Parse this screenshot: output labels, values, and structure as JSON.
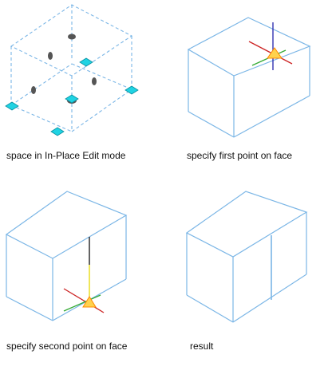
{
  "panels": [
    {
      "id": "edit-mode",
      "caption": "space in In-Place Edit mode"
    },
    {
      "id": "first-point",
      "caption": "specify first point on face"
    },
    {
      "id": "second-point",
      "caption": "specify second point on face"
    },
    {
      "id": "result",
      "caption": "result"
    }
  ],
  "colors": {
    "edge": "#7bb6e6",
    "grip": "#1fd3e3",
    "cursor_red": "#cc2222",
    "cursor_blue": "#2222aa",
    "cursor_green": "#33aa33",
    "cursor_orange": "#ff8800",
    "rubber_band": "#e6d800"
  },
  "icons": [
    "cyan-grip-icon",
    "direction-dot-icon",
    "crosshair-cursor-icon",
    "tracking-triangle-icon"
  ]
}
